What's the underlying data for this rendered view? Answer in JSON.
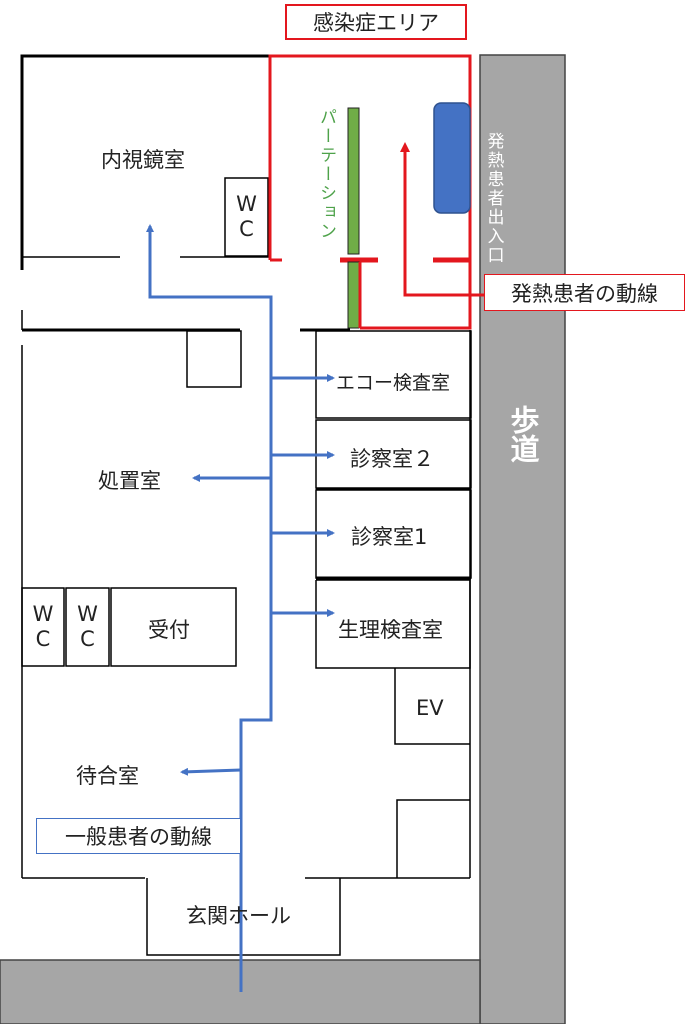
{
  "labels": {
    "infection_area": "感染症エリア",
    "endoscopy": "内視鏡室",
    "partition": "パーテーション",
    "fever_entrance": "発熱患者出入口",
    "fever_flow": "発熱患者の動線",
    "echo": "エコー検査室",
    "exam2": "診察室２",
    "exam1": "診察室1",
    "physio": "生理検査室",
    "ev": "EV",
    "treatment": "処置室",
    "reception": "受付",
    "waiting": "待合室",
    "general_flow": "一般患者の動線",
    "entrance_hall": "玄関ホール",
    "sidewalk": "歩道",
    "wc_top": [
      "W",
      "C"
    ],
    "wc_left": [
      "W",
      "C"
    ],
    "wc_right": [
      "W",
      "C"
    ]
  },
  "colors": {
    "wall": "#000000",
    "infection": "#e3171e",
    "general_flow": "#4472c4",
    "partition": "#70ad47",
    "road": "#a6a6a6",
    "fever_pod": "#4472c4"
  }
}
